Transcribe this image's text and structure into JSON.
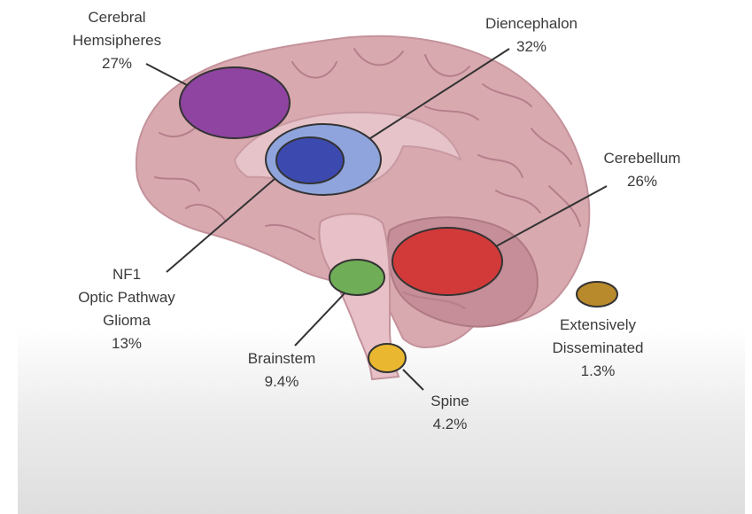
{
  "colors": {
    "brain_fill": "#d9a9b0",
    "brain_dark": "#b57f8b",
    "cerebral": "#8e44a0",
    "diencephalon_outer": "#8fa4dc",
    "diencephalon_inner": "#3c4ab0",
    "cerebellum": "#d23a3a",
    "brainstem": "#6fae56",
    "spine": "#e9b830",
    "disseminated": "#b98a2c"
  },
  "labels": {
    "cerebral": {
      "line1": "Cerebral",
      "line2": "Hemsipheres",
      "pct": "27%"
    },
    "diencephalon": {
      "line1": "Diencephalon",
      "pct": "32%"
    },
    "cerebellum": {
      "line1": "Cerebellum",
      "pct": "26%"
    },
    "nf1": {
      "line1": "NF1",
      "line2": "Optic Pathway",
      "line3": "Glioma",
      "pct": "13%"
    },
    "brainstem": {
      "line1": "Brainstem",
      "pct": "9.4%"
    },
    "spine": {
      "line1": "Spine",
      "pct": "4.2%"
    },
    "disseminated": {
      "line1": "Extensively",
      "line2": "Disseminated",
      "pct": "1.3%"
    }
  }
}
